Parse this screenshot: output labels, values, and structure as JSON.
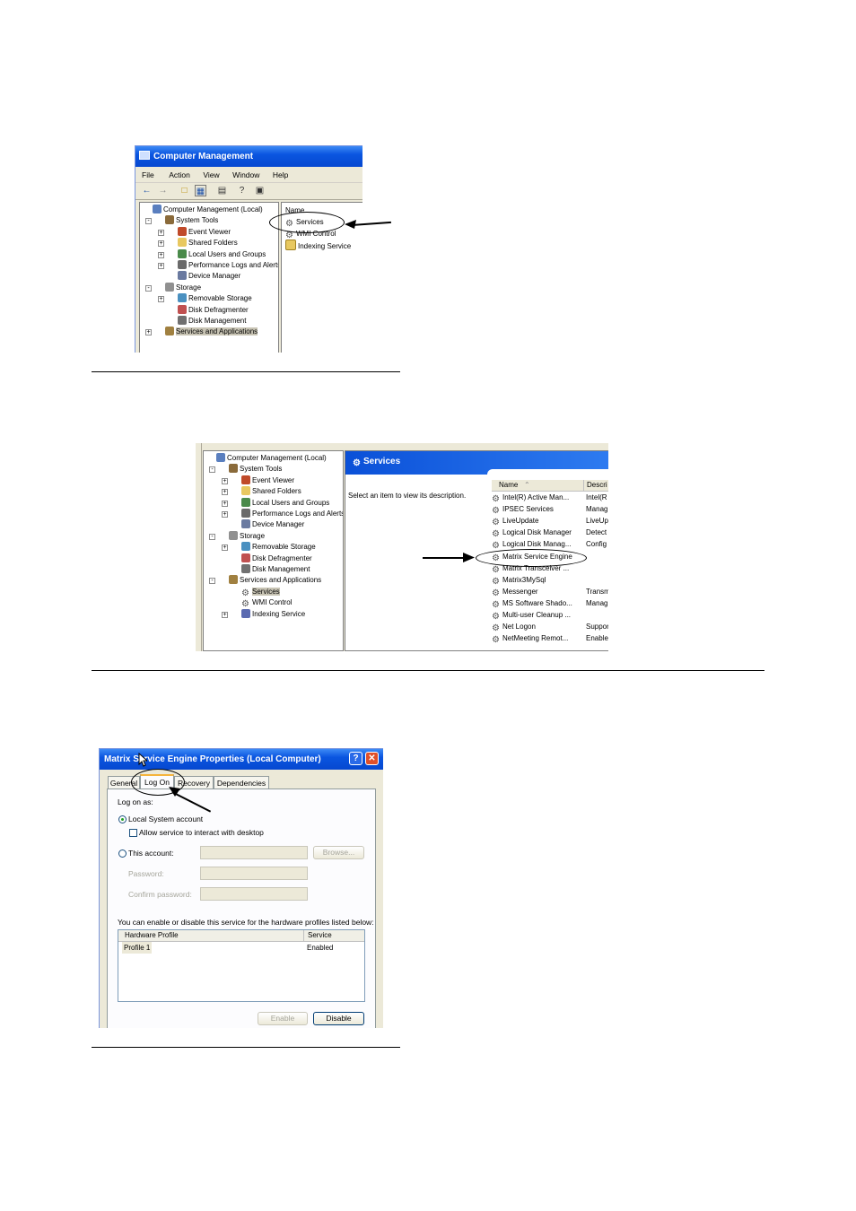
{
  "fig1": {
    "title": "Computer Management",
    "menu": [
      "File",
      "Action",
      "View",
      "Window",
      "Help"
    ],
    "tree": [
      {
        "label": "Computer Management (Local)",
        "level": 0,
        "expander": "",
        "icon": "computer-icon"
      },
      {
        "label": "System Tools",
        "level": 1,
        "expander": "-",
        "icon": "toolbox-icon"
      },
      {
        "label": "Event Viewer",
        "level": 2,
        "expander": "+",
        "icon": "event-viewer-icon"
      },
      {
        "label": "Shared Folders",
        "level": 2,
        "expander": "+",
        "icon": "folder-icon"
      },
      {
        "label": "Local Users and Groups",
        "level": 2,
        "expander": "+",
        "icon": "users-icon"
      },
      {
        "label": "Performance Logs and Alerts",
        "level": 2,
        "expander": "+",
        "icon": "performance-icon"
      },
      {
        "label": "Device Manager",
        "level": 2,
        "expander": "",
        "icon": "device-manager-icon"
      },
      {
        "label": "Storage",
        "level": 1,
        "expander": "-",
        "icon": "storage-icon"
      },
      {
        "label": "Removable Storage",
        "level": 2,
        "expander": "+",
        "icon": "removable-storage-icon"
      },
      {
        "label": "Disk Defragmenter",
        "level": 2,
        "expander": "",
        "icon": "defrag-icon"
      },
      {
        "label": "Disk Management",
        "level": 2,
        "expander": "",
        "icon": "disk-icon"
      },
      {
        "label": "Services and Applications",
        "level": 1,
        "expander": "+",
        "icon": "services-apps-icon",
        "selected": true
      }
    ],
    "list_header": "Name",
    "list": [
      {
        "label": "Services",
        "icon": "gear-icon"
      },
      {
        "label": "WMI Control",
        "icon": "gear-icon"
      },
      {
        "label": "Indexing Service",
        "icon": "folder-icon"
      }
    ]
  },
  "fig2": {
    "tree": [
      {
        "label": "Computer Management (Local)",
        "level": 0,
        "expander": "",
        "icon": "computer-icon"
      },
      {
        "label": "System Tools",
        "level": 1,
        "expander": "-",
        "icon": "toolbox-icon"
      },
      {
        "label": "Event Viewer",
        "level": 2,
        "expander": "+",
        "icon": "event-viewer-icon"
      },
      {
        "label": "Shared Folders",
        "level": 2,
        "expander": "+",
        "icon": "folder-icon"
      },
      {
        "label": "Local Users and Groups",
        "level": 2,
        "expander": "+",
        "icon": "users-icon"
      },
      {
        "label": "Performance Logs and Alerts",
        "level": 2,
        "expander": "+",
        "icon": "performance-icon"
      },
      {
        "label": "Device Manager",
        "level": 2,
        "expander": "",
        "icon": "device-manager-icon"
      },
      {
        "label": "Storage",
        "level": 1,
        "expander": "-",
        "icon": "storage-icon"
      },
      {
        "label": "Removable Storage",
        "level": 2,
        "expander": "+",
        "icon": "removable-storage-icon"
      },
      {
        "label": "Disk Defragmenter",
        "level": 2,
        "expander": "",
        "icon": "defrag-icon"
      },
      {
        "label": "Disk Management",
        "level": 2,
        "expander": "",
        "icon": "disk-icon"
      },
      {
        "label": "Services and Applications",
        "level": 1,
        "expander": "-",
        "icon": "services-apps-icon"
      },
      {
        "label": "Services",
        "level": 2,
        "expander": "",
        "icon": "gear-icon",
        "selected": true
      },
      {
        "label": "WMI Control",
        "level": 2,
        "expander": "",
        "icon": "gear-icon"
      },
      {
        "label": "Indexing Service",
        "level": 2,
        "expander": "+",
        "icon": "indexing-icon"
      }
    ],
    "panel_title": "Services",
    "description": "Select an item to view its description.",
    "col_name": "Name",
    "col_desc": "Descri",
    "services": [
      {
        "name": "Intel(R) Active Man...",
        "desc": "Intel(R"
      },
      {
        "name": "IPSEC Services",
        "desc": "Manag"
      },
      {
        "name": "LiveUpdate",
        "desc": "LiveUp"
      },
      {
        "name": "Logical Disk Manager",
        "desc": "Detect"
      },
      {
        "name": "Logical Disk Manag...",
        "desc": "Config"
      },
      {
        "name": "Matrix Service Engine",
        "desc": ""
      },
      {
        "name": "Matrix Transceiver ...",
        "desc": ""
      },
      {
        "name": "Matrix3MySql",
        "desc": ""
      },
      {
        "name": "Messenger",
        "desc": "Transm"
      },
      {
        "name": "MS Software Shado...",
        "desc": "Manag"
      },
      {
        "name": "Multi-user Cleanup ...",
        "desc": ""
      },
      {
        "name": "Net Logon",
        "desc": "Suppor"
      },
      {
        "name": "NetMeeting Remot...",
        "desc": "Enable"
      }
    ]
  },
  "fig3": {
    "title": "Matrix Service Engine Properties (Local Computer)",
    "tabs": [
      "General",
      "Log On",
      "Recovery",
      "Dependencies"
    ],
    "logon_as": "Log on as:",
    "local_system": "Local System account",
    "allow_interact": "Allow service to interact with desktop",
    "this_account": "This account:",
    "browse": "Browse...",
    "password": "Password:",
    "confirm_password": "Confirm password:",
    "profiles_text": "You can enable or disable this service for the hardware profiles listed below:",
    "col_profile": "Hardware Profile",
    "col_service": "Service",
    "profile_name": "Profile 1",
    "profile_status": "Enabled",
    "enable": "Enable",
    "disable": "Disable"
  }
}
